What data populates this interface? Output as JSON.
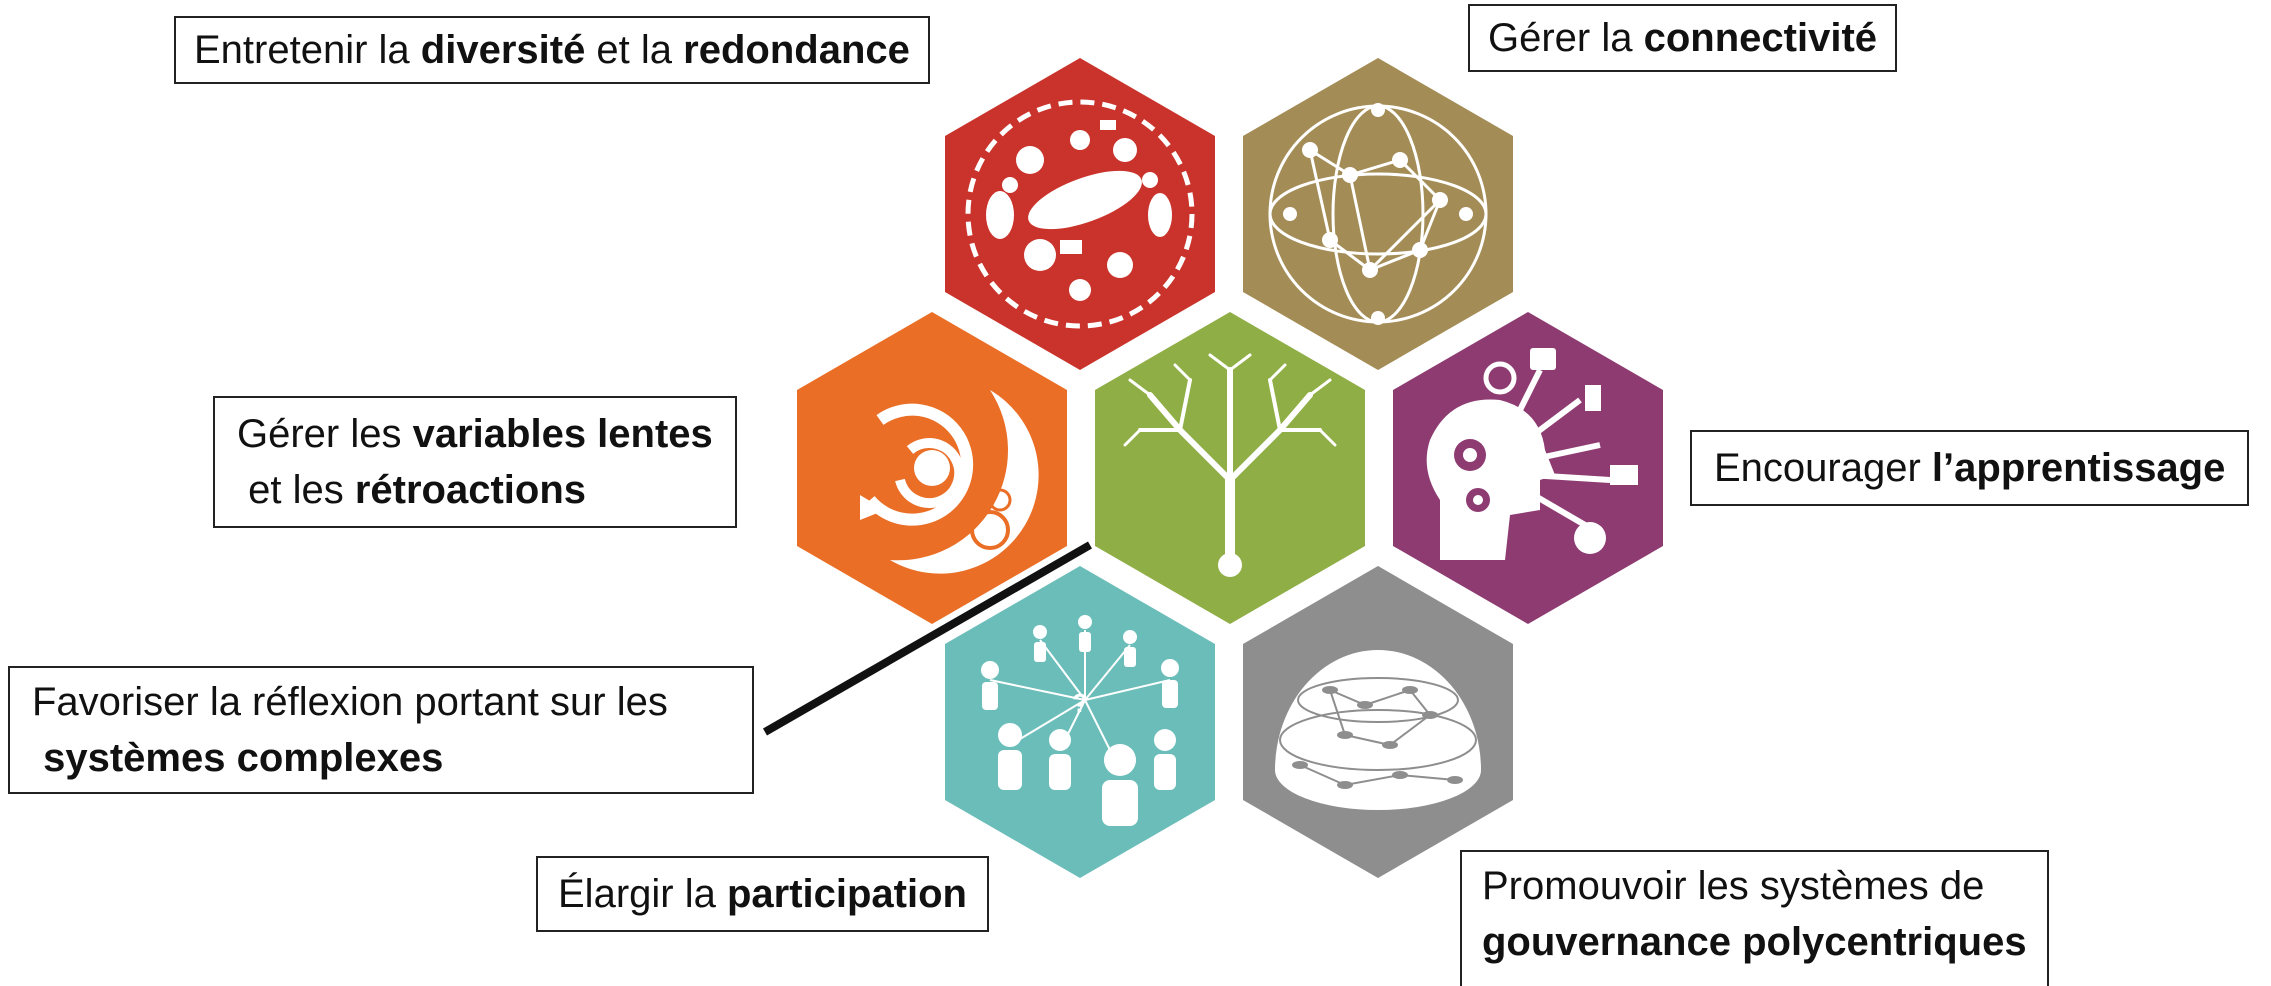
{
  "colors": {
    "diversity": "#c9332b",
    "connectivity": "#a38c55",
    "slow_variables": "#ea6e25",
    "complex_systems": "#8fae45",
    "learning": "#8d3b71",
    "participation": "#6bbdba",
    "governance": "#8e8e8e"
  },
  "icons": {
    "diversity": "animals-globe-icon",
    "connectivity": "network-sphere-icon",
    "slow_variables": "feedback-loops-icon",
    "complex_systems": "tree-icon",
    "learning": "head-gears-learning-icon",
    "participation": "people-network-icon",
    "governance": "dome-network-icon"
  },
  "labels": {
    "diversity": {
      "pre": "Entretenir la ",
      "b1": "diversité",
      "mid": " et la ",
      "b2": "redondance"
    },
    "connectivity": {
      "pre": "Gérer la ",
      "b1": "connectivité"
    },
    "slow_variables": {
      "l1_pre": "Gérer les ",
      "l1_b": "variables lentes",
      "l2_pre": " et les ",
      "l2_b": "rétroactions"
    },
    "learning": {
      "pre": "Encourager ",
      "b1": "l’apprentissage"
    },
    "complex_systems": {
      "l1": "Favoriser la réflexion portant sur les",
      "l2_b": " systèmes complexes"
    },
    "participation": {
      "pre": "Élargir la ",
      "b1": "participation"
    },
    "governance": {
      "l1": "Promouvoir les systèmes de",
      "l2_b": "gouvernance polycentriques"
    }
  }
}
